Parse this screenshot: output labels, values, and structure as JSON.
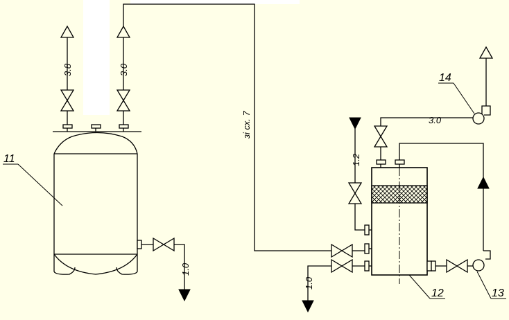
{
  "diagram": {
    "background": "#ffffe8",
    "line_color": "#000000",
    "equipment": [
      {
        "id": "tank-11",
        "tag": "11"
      },
      {
        "id": "column-12",
        "tag": "12"
      },
      {
        "id": "pump-13",
        "tag": "13"
      },
      {
        "id": "pump-14",
        "tag": "14"
      }
    ],
    "line_labels": {
      "tank11_vent_left": "3.8",
      "tank11_line_right": "3.0",
      "tank11_drain": "1.0",
      "column_side_line": "1.2",
      "column_drain": "1.0",
      "pump14_discharge": "3.0",
      "from_scheme": "зі сх. 7"
    }
  }
}
